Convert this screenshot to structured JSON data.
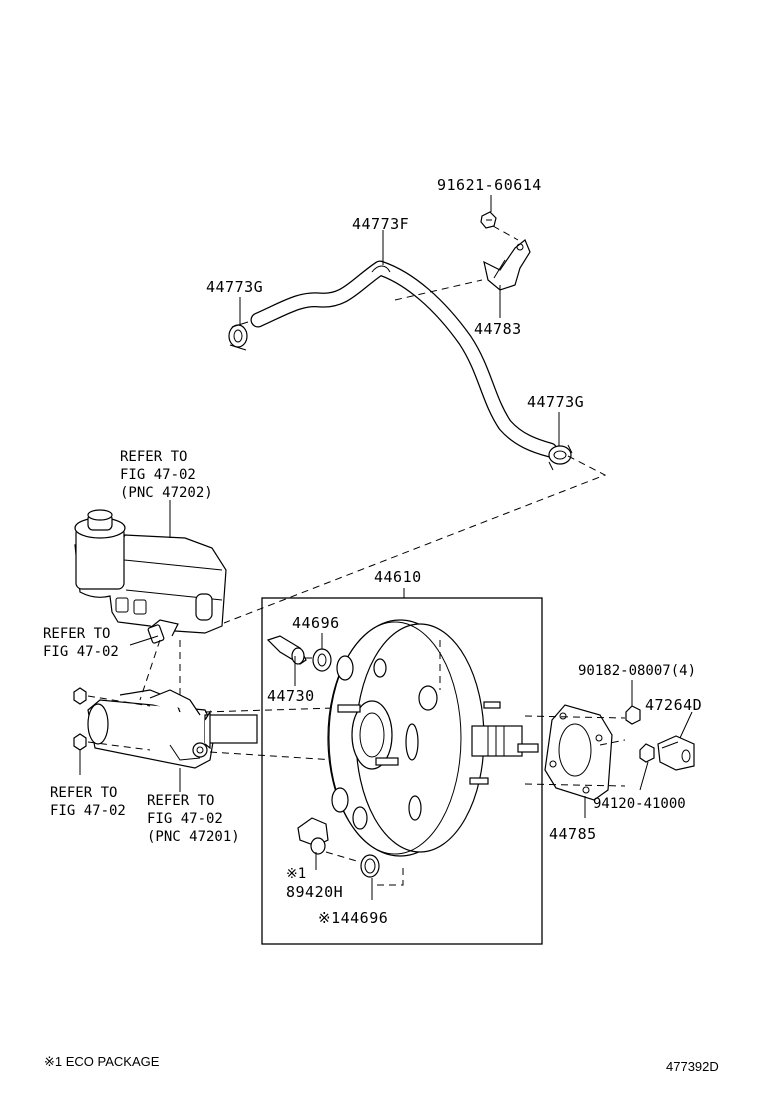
{
  "labels": {
    "p91621": "91621-60614",
    "p44773F": "44773F",
    "p44773G_top": "44773G",
    "p44783": "44783",
    "p44773G_right": "44773G",
    "refer_reservoir": [
      "REFER TO",
      "FIG 47-02",
      "(PNC 47202)"
    ],
    "p44610": "44610",
    "refer_left_upper": [
      "REFER TO",
      "FIG 47-02"
    ],
    "p44696_upper": "44696",
    "p44730": "44730",
    "p90182": "90182-08007(4)",
    "p47264D": "47264D",
    "refer_left_lower": [
      "REFER TO",
      "FIG 47-02"
    ],
    "refer_master": [
      "REFER TO",
      "FIG 47-02",
      "(PNC 47201)"
    ],
    "p94120": "94120-41000",
    "p44785": "44785",
    "eco_mark": "※1",
    "p89420H": "89420H",
    "p44696_lower": "※144696"
  },
  "footer": {
    "eco_note": "※1 ECO PACKAGE",
    "diagram_id": "477392D"
  }
}
